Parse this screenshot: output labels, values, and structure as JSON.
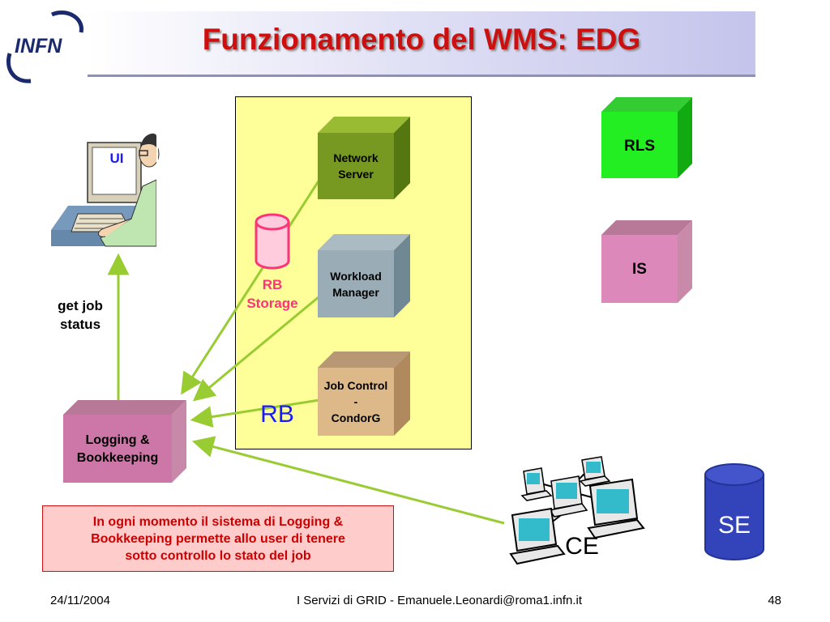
{
  "title": "Funzionamento del WMS: EDG",
  "logo_text": "INFN",
  "ui_label": "UI",
  "rb_label": "RB",
  "rb_storage": {
    "line1": "RB",
    "line2": "Storage"
  },
  "boxes": {
    "network_server": {
      "line1": "Network",
      "line2": "Server"
    },
    "workload_manager": {
      "line1": "Workload",
      "line2": "Manager"
    },
    "job_control": {
      "line1": "Job Control",
      "line2": "-",
      "line3": "CondorG"
    },
    "rls": "RLS",
    "is": "IS",
    "logging": {
      "line1": "Logging &",
      "line2": "Bookkeeping"
    }
  },
  "get_job_status": {
    "line1": "get job",
    "line2": "status"
  },
  "ce_label": "CE",
  "se_label": "SE",
  "callout": {
    "line1": "In ogni momento il sistema di Logging &",
    "line2": "Bookkeeping permette allo user di tenere",
    "line3": "sotto controllo lo stato del job"
  },
  "footer": {
    "date": "24/11/2004",
    "center": "I Servizi di GRID - Emanuele.Leonardi@roma1.infn.it",
    "page": "48"
  },
  "colors": {
    "title": "#cc1010",
    "arrow": "#99cc33",
    "rb_panel": "#ffff99",
    "rb_text": "#1a1aff",
    "storage": "#ff3377",
    "se": "#3344bb"
  }
}
